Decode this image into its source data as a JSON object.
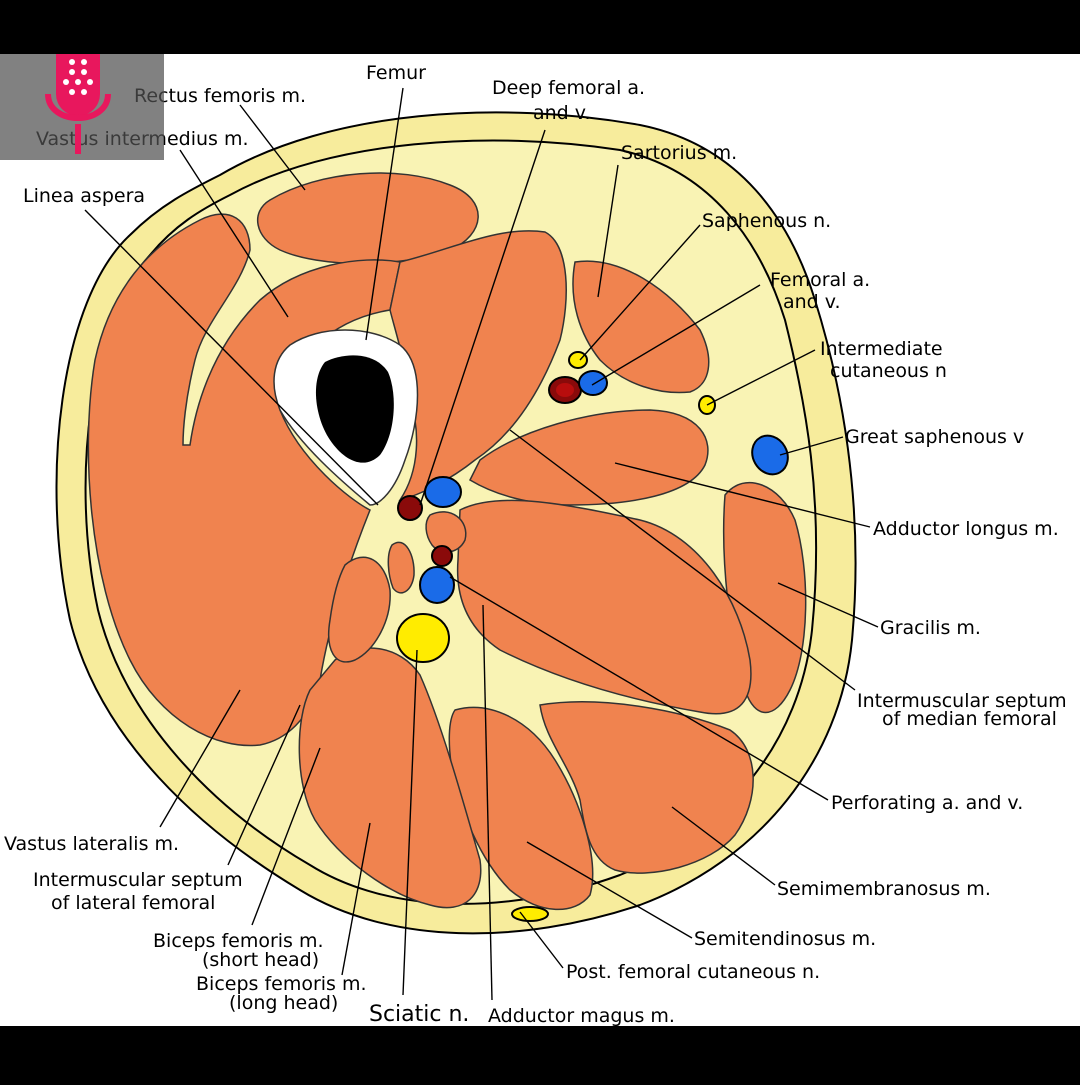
{
  "labels": {
    "femur": "Femur",
    "rectus_femoris": "Rectus femoris m.",
    "vastus_intermedius": "Vastus intermedius m.",
    "linea_aspera": "Linea aspera",
    "deep_femoral_line1": "Deep femoral a.",
    "deep_femoral_line2": "and v.",
    "sartorius": "Sartorius m.",
    "saphenous_n": "Saphenous n.",
    "femoral_av_line1": "Femoral a.",
    "femoral_av_line2": "and v.",
    "intermediate_cut_line1": "Intermediate",
    "intermediate_cut_line2": "cutaneous n",
    "great_saphenous": "Great saphenous v",
    "adductor_longus": "Adductor longus m.",
    "gracilis": "Gracilis m.",
    "septum_median_line1": "Intermuscular septum",
    "septum_median_line2": "of median femoral",
    "perforating": "Perforating a. and v.",
    "semimembranosus": "Semimembranosus m.",
    "semitendinosus": "Semitendinosus m.",
    "post_femoral_cut": "Post. femoral cutaneous n.",
    "adductor_magnus": "Adductor magus m.",
    "sciatic": "Sciatic n.",
    "biceps_long_line1": "Biceps femoris m.",
    "biceps_long_line2": "(long head)",
    "biceps_short_line1": "Biceps femoris m.",
    "biceps_short_line2": "(short head)",
    "septum_lateral_line1": "Intermuscular septum",
    "septum_lateral_line2": "of lateral femoral",
    "vastus_lateralis": "Vastus lateralis m."
  },
  "overlay": {
    "icon": "microphone-icon",
    "accent": "#e8175d"
  },
  "colors": {
    "muscle": "#f0834f",
    "fat": "#f7ec9c",
    "artery": "#8a0a0a",
    "vein": "#1a6be8",
    "nerve": "#ffec00",
    "bone": "#000000",
    "background": "#ffffff",
    "letterbox": "#000000"
  }
}
